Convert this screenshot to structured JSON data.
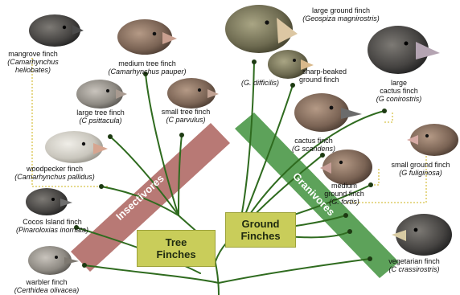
{
  "groups": {
    "insectivores": "Insectivores",
    "granivores": "Granivores",
    "tree_finches_line1": "Tree",
    "tree_finches_line2": "Finches",
    "ground_finches_line1": "Ground",
    "ground_finches_line2": "Finches"
  },
  "finches": {
    "mangrove": {
      "common": "mangrove finch",
      "sci1": "(Camarhynchus",
      "sci2": "heliobates)"
    },
    "medium_tree": {
      "common": "medium tree finch",
      "sci": "(Camarhynchus pauper)"
    },
    "large_tree": {
      "common": "large tree finch",
      "sci": "(C psittacula)"
    },
    "small_tree": {
      "common": "small tree finch",
      "sci": "(C parvulus)"
    },
    "woodpecker": {
      "common": "woodpecker finch",
      "sci": "(Camarhynchus pallidus)"
    },
    "cocos": {
      "common": "Cocos Island finch",
      "sci": "(Pinaroloxias inornata)"
    },
    "warbler": {
      "common": "warbler finch",
      "sci": "(Certhidea olivacea)"
    },
    "large_ground": {
      "common": "large ground finch",
      "sci": "(Geospiza magnirostris)"
    },
    "sharp_beaked": {
      "sci": "(G. difficilis)",
      "common1": "sharp-beaked",
      "common2": "ground finch"
    },
    "large_cactus": {
      "common1": "large",
      "common2": "cactus finch",
      "sci": "(G conirostris)"
    },
    "cactus": {
      "common": "cactus finch",
      "sci": "(G scandens)"
    },
    "small_ground": {
      "common": "small ground finch",
      "sci": "(G fuliginosa)"
    },
    "medium_ground": {
      "common1": "medium",
      "common2": "ground finch",
      "sci": "(G. fortis)"
    },
    "vegetarian": {
      "common": "vegetarian finch",
      "sci": "(C crassirostris)"
    }
  },
  "colors": {
    "branch": "#2f6b1f",
    "node": "#1d3a12",
    "insectivore_band": "#b06a66",
    "granivore_band": "#4f9a4c",
    "group_box": "#c9cd5a",
    "dotted_link": "#d8c34a"
  },
  "icons": [
    "bird-head-icon"
  ]
}
